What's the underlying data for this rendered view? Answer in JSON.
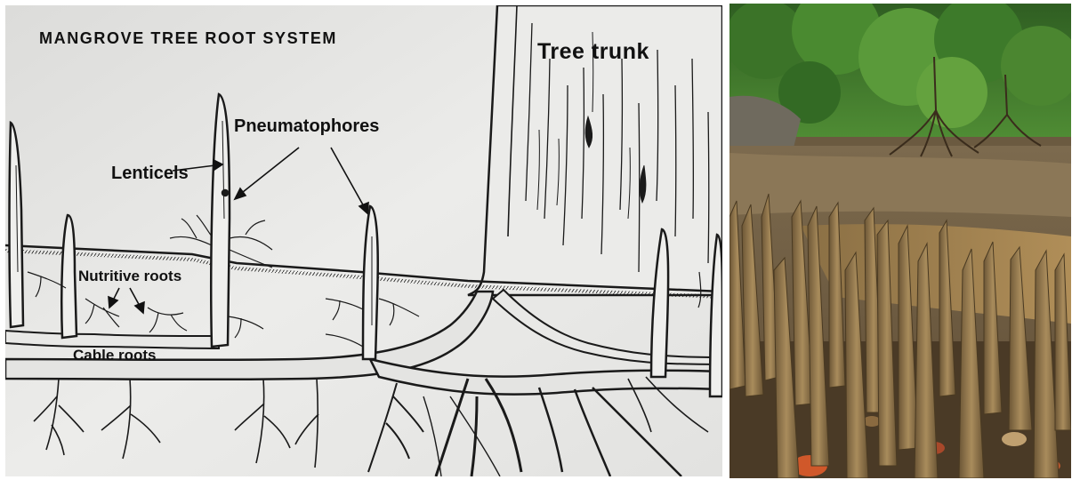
{
  "diagram": {
    "title": "MANGROVE TREE ROOT SYSTEM",
    "labels": {
      "tree_trunk": "Tree trunk",
      "pneumatophores": "Pneumatophores",
      "lenticels": "Lenticels",
      "nutritive_roots": "Nutritive roots",
      "cable_roots": "Cable roots"
    },
    "colors": {
      "paper": "#e7e7e5",
      "ink": "#1a1a1a"
    }
  },
  "photo": {
    "subject": "mangrove-pneumatophores-photo",
    "colors": {
      "foliage": "#3f7a2a",
      "mud": "#8a7453",
      "water": "#a0814f",
      "root": "#9a7f52"
    }
  }
}
